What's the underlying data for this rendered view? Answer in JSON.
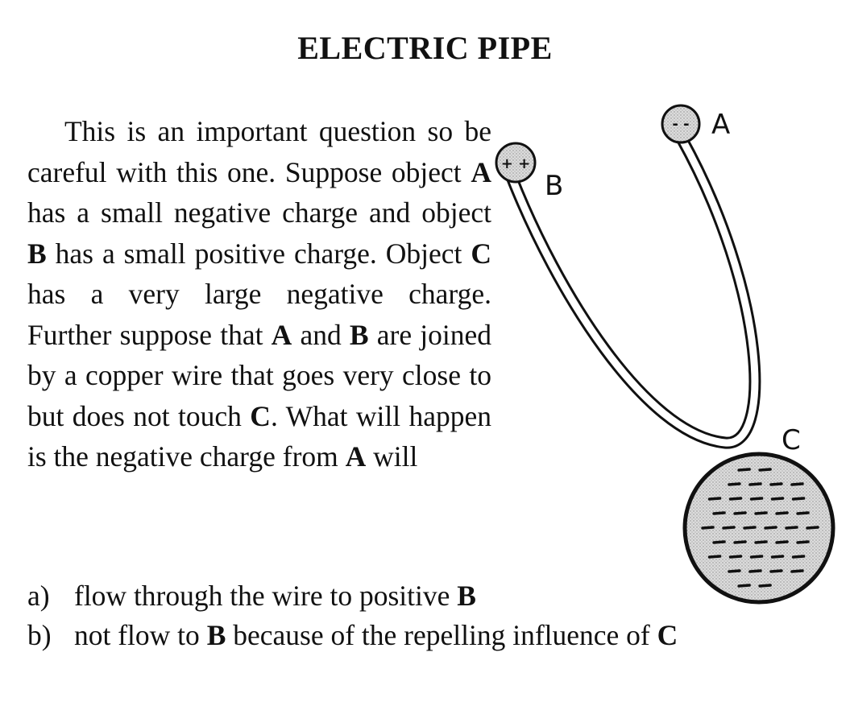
{
  "title": "ELECTRIC PIPE",
  "question": {
    "t1": "This is an important question so be careful with this one. Suppose object ",
    "A1": "A",
    "t2": " has a small negative charge and object ",
    "B1": "B",
    "t3": " has a small positive charge. Object ",
    "C1": "C",
    "t4": " has a very large negative charge. Further suppose that ",
    "A2": "A",
    "t5": " and ",
    "B2": "B",
    "t6": " are joined by a copper wire that goes very close to but does not touch ",
    "C2": "C",
    "t7": ". What will happen is the negative charge from ",
    "A3": "A",
    "t8": " will"
  },
  "options": [
    {
      "letter": "a)",
      "text": "flow through the wire to positive ",
      "bold": "B",
      "after": ""
    },
    {
      "letter": "b)",
      "text": "not flow to ",
      "bold": "B",
      "after": " because of the repelling influence of ",
      "bold2": "C"
    }
  ],
  "figure": {
    "label_a": "A",
    "label_b": "B",
    "label_c": "C",
    "charge_a": "- -",
    "charge_b": "+ +",
    "charge_c": "-"
  }
}
